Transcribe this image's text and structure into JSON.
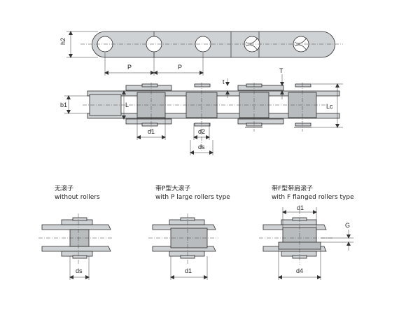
{
  "top_view": {
    "height_label": "h2",
    "pitch_label_1": "P",
    "pitch_label_2": "P"
  },
  "side_view": {
    "b1_label": "b1",
    "L_label": "L",
    "Lc_label": "Lc",
    "t_label": "t",
    "T_label": "T",
    "d1_label": "d1",
    "d2_label": "d2",
    "ds_label": "ds"
  },
  "variants": [
    {
      "title_cn": "无滚子",
      "title_en": "without rollers",
      "dim_label": "ds"
    },
    {
      "title_cn": "带P型大滚子",
      "title_en": "with P  large rollers type",
      "dim_label": "d1"
    },
    {
      "title_cn": "带F型带肩滚子",
      "title_en": "with F flanged rollers type",
      "dim_top_label": "d1",
      "dim_bottom_label": "d4",
      "G_label": "G"
    }
  ]
}
